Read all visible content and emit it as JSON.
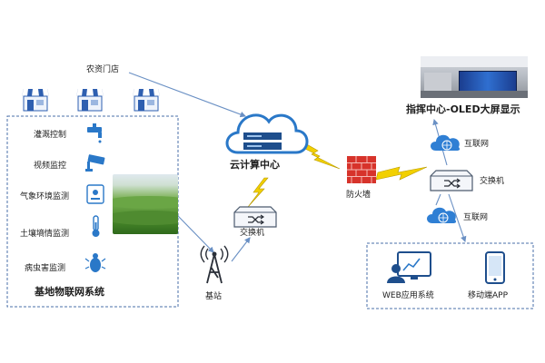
{
  "nodes": {
    "store": "农资门店",
    "command": "指挥中心-OLED大屏显示",
    "cloud": "云计算中心",
    "firewall": "防火墙",
    "switch_right": "交换机",
    "switch_center": "交换机",
    "internet_top": "互联网",
    "internet_bottom": "互联网",
    "base_station": "基站",
    "web_app": "WEB应用系统",
    "mobile_app": "移动端APP"
  },
  "iot": {
    "title": "基地物联网系统",
    "items": [
      "灌溉控制",
      "视频监控",
      "气象环境监测",
      "土壤墒情监测",
      "病虫害监测"
    ]
  },
  "colors": {
    "box_border": "#4a6fa8",
    "arrow": "#6a90c4",
    "lightning": "#f2d000",
    "lightning_stroke": "#b89a00",
    "icon_blue": "#2a78c8",
    "firewall": "#d7332b",
    "awning": "#2e5fb0"
  },
  "icons": {
    "stores": "store-icon",
    "cloud": "cloud-server-icon",
    "firewall": "brick-firewall-icon",
    "switch": "network-switch-icon",
    "internet": "globe-cloud-icon",
    "tower": "radio-tower-icon",
    "web": "monitor-user-icon",
    "mobile": "smartphone-icon"
  }
}
